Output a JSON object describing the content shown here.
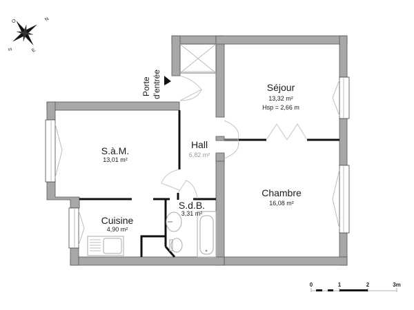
{
  "compass": {
    "north": "N",
    "south": "S",
    "east": "E",
    "west": "O"
  },
  "entrance": {
    "line1": "Porte",
    "line2": "d'entrée"
  },
  "rooms": {
    "sejour": {
      "name": "Séjour",
      "area": "13,32 m²",
      "height": "Hsp = 2,66 m"
    },
    "sam": {
      "name": "S.à.M.",
      "area": "13,01 m²"
    },
    "hall": {
      "name": "Hall",
      "area": "6,82 m²"
    },
    "chambre": {
      "name": "Chambre",
      "area": "16,08 m²"
    },
    "cuisine": {
      "name": "Cuisine",
      "area": "4,90 m²"
    },
    "sdb": {
      "name": "S.d.B.",
      "area": "3,31 m²"
    }
  },
  "scale": {
    "ticks": [
      "0",
      "1",
      "2",
      "3m"
    ]
  },
  "colors": {
    "wall_fill": "#a8a8a8",
    "partition": "#111111",
    "fixture_line": "#bcbcbc"
  }
}
